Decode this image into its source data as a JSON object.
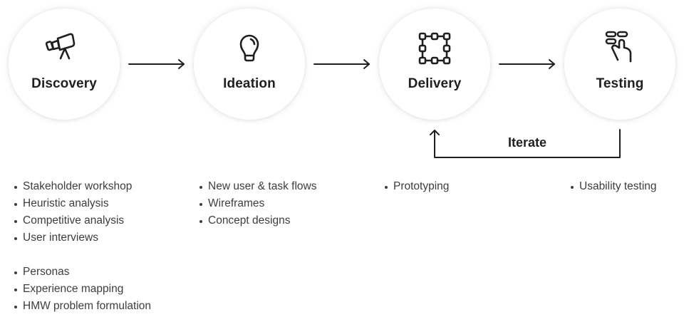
{
  "stages": [
    {
      "name": "Discovery",
      "icon": "telescope-icon"
    },
    {
      "name": "Ideation",
      "icon": "lightbulb-icon"
    },
    {
      "name": "Delivery",
      "icon": "frame-select-icon"
    },
    {
      "name": "Testing",
      "icon": "hand-tap-icon"
    }
  ],
  "loop": {
    "label": "Iterate"
  },
  "activities": {
    "discovery": [
      "Stakeholder workshop",
      "Heuristic analysis",
      "Competitive analysis",
      "User interviews"
    ],
    "discovery_extra": [
      "Personas",
      "Experience mapping",
      "HMW problem formulation"
    ],
    "ideation": [
      "New user & task flows",
      "Wireframes",
      "Concept designs"
    ],
    "delivery": [
      "Prototyping"
    ],
    "testing": [
      "Usability testing"
    ]
  },
  "colors": {
    "stroke": "#1f1f1f",
    "text": "#3d3d3d",
    "background": "#ffffff"
  }
}
